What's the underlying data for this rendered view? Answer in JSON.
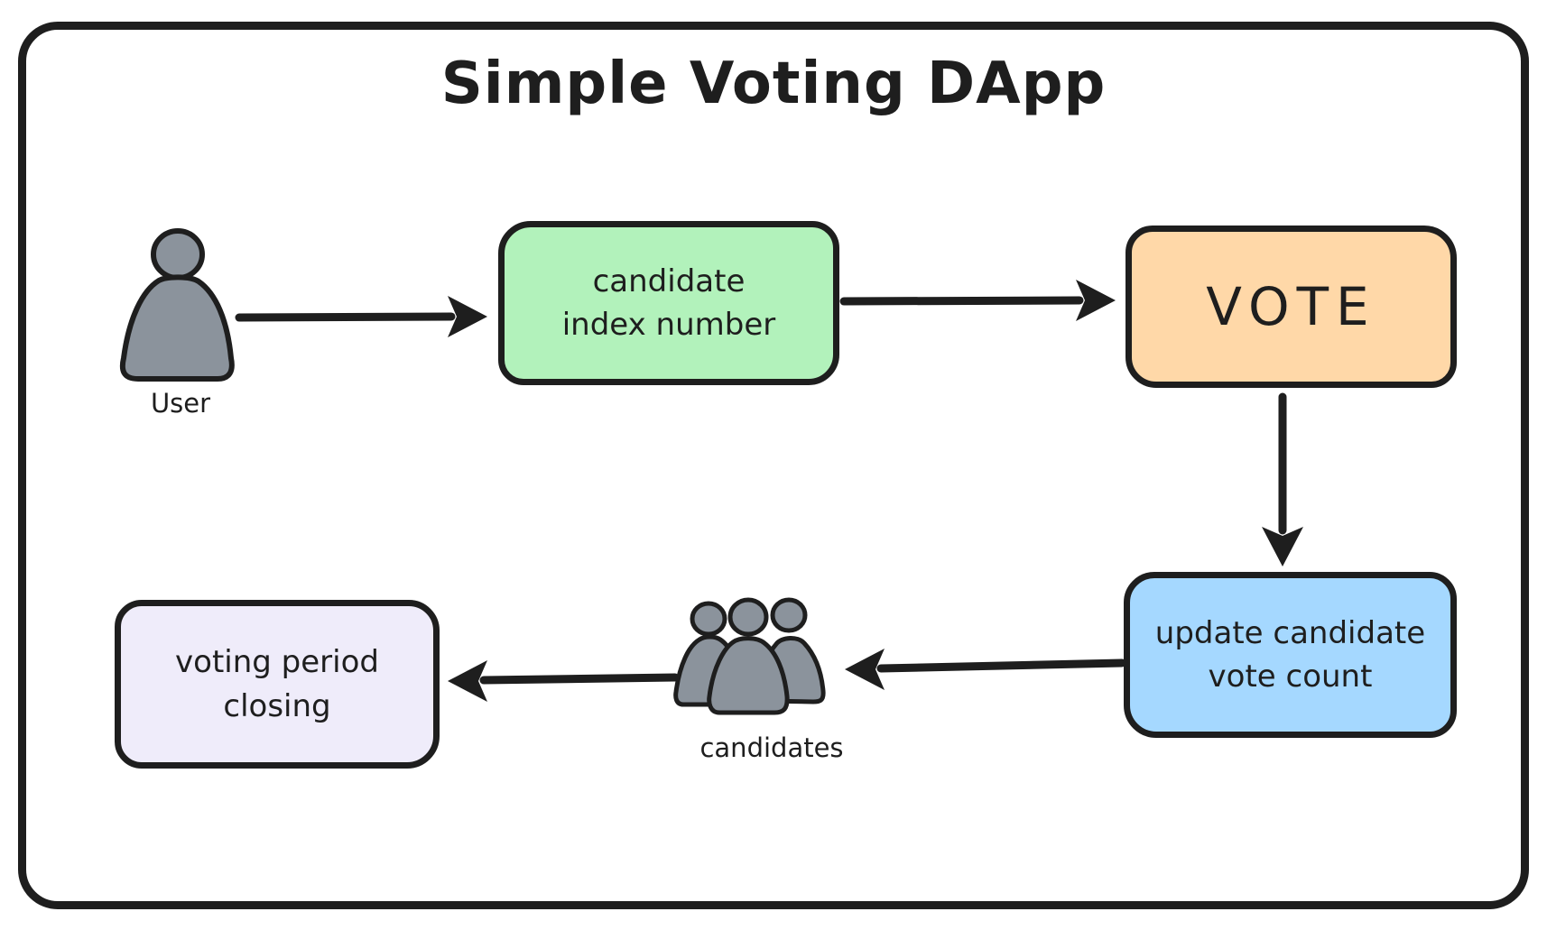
{
  "title": "Simple Voting DApp",
  "colors": {
    "stroke": "#1e1e1e",
    "green_fill": "#b2f2bb",
    "orange_fill": "#ffd8a8",
    "blue_fill": "#a5d8ff",
    "lavender_fill": "#efecfa",
    "person_gray": "#8b939c",
    "background": "#ffffff"
  },
  "nodes": {
    "user": {
      "label": "User"
    },
    "candidate_index": {
      "label": "candidate\nindex number"
    },
    "vote": {
      "label": "VOTE"
    },
    "update_count": {
      "label": "update candidate\nvote count"
    },
    "candidates": {
      "label": "candidates"
    },
    "voting_period": {
      "label": "voting period\nclosing"
    }
  },
  "edges": [
    {
      "from": "user",
      "to": "candidate-index-number",
      "direction": "right"
    },
    {
      "from": "candidate-index-number",
      "to": "vote",
      "direction": "right"
    },
    {
      "from": "vote",
      "to": "update-candidate-vote-count",
      "direction": "down"
    },
    {
      "from": "update-candidate-vote-count",
      "to": "candidates",
      "direction": "left"
    },
    {
      "from": "candidates",
      "to": "voting-period-closing",
      "direction": "left"
    }
  ],
  "icons": {
    "user": "single-person-icon",
    "candidates": "three-person-group-icon"
  }
}
